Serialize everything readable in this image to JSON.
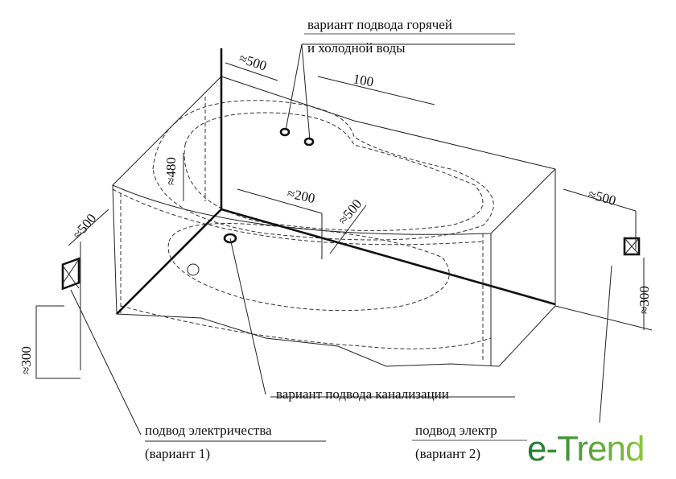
{
  "labels": {
    "hot_cold_line1": "вариант подвода горячей",
    "hot_cold_line2": "и холодной воды",
    "sewer": "вариант подвода канализации",
    "electric1_line1": "подвод электричества",
    "electric1_line2": "(вариант 1)",
    "electric2_line1": "подвод электр",
    "electric2_line2": "(вариант 2)"
  },
  "dimensions": {
    "top_500": "≈500",
    "top_100": "100",
    "height_480": "≈480",
    "mid_200": "≈200",
    "mid_500": "≈500",
    "left_500": "≈500",
    "left_300": "≈300",
    "right_500": "≈500",
    "right_300": "≈300"
  },
  "logo": {
    "text": "e-Trend"
  }
}
